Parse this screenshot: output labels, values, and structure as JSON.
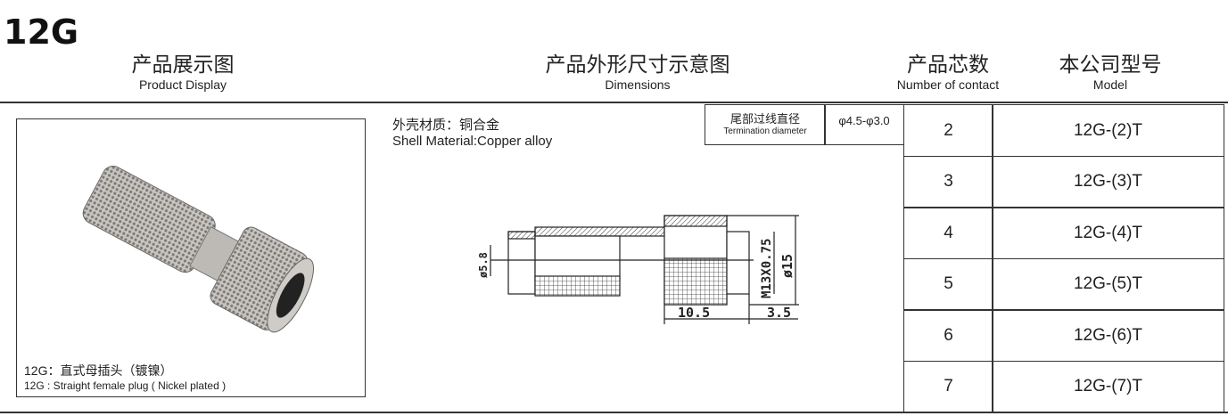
{
  "title": "12G",
  "headers": [
    {
      "zh": "产品展示图",
      "en": "Product Display"
    },
    {
      "zh": "产品外形尺寸示意图",
      "en": "Dimensions"
    },
    {
      "zh": "产品芯数",
      "en": "Number of contact"
    },
    {
      "zh": "本公司型号",
      "en": "Model"
    }
  ],
  "product": {
    "caption_zh": "12G：直式母插头（镀镍）",
    "caption_en": "12G : Straight female plug ( Nickel plated )"
  },
  "material": {
    "zh": "外壳材质：铜合金",
    "en": "Shell  Material:Copper alloy"
  },
  "termination": {
    "label_zh": "尾部过线直径",
    "label_en": "Termination diameter",
    "value": "φ4.5-φ3.0"
  },
  "drawing": {
    "d1": "ø5.8",
    "d2": "M13X0.75",
    "d3": "ø15",
    "l1": "10.5",
    "l2": "3.5"
  },
  "rows": [
    {
      "contacts": "2",
      "model": "12G-(2)T"
    },
    {
      "contacts": "3",
      "model": "12G-(3)T"
    },
    {
      "contacts": "4",
      "model": "12G-(4)T"
    },
    {
      "contacts": "5",
      "model": "12G-(5)T"
    },
    {
      "contacts": "6",
      "model": "12G-(6)T"
    },
    {
      "contacts": "7",
      "model": "12G-(7)T"
    }
  ]
}
